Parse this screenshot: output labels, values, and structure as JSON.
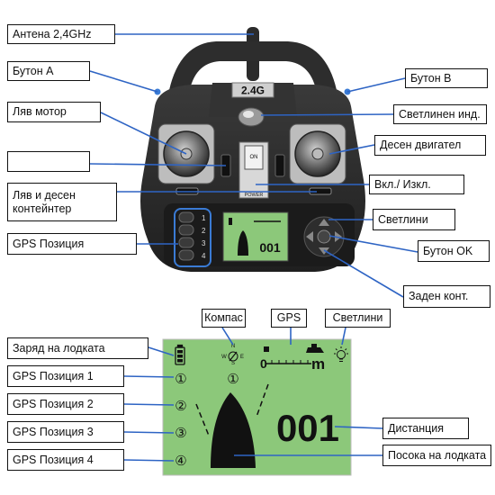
{
  "transmitter": {
    "brand_badge": "2.4G",
    "switch_on": "ON",
    "switch_power": "POWER",
    "channel_numbers": [
      "1",
      "2",
      "3",
      "4"
    ],
    "screen_distance": "001"
  },
  "callouts": {
    "antenna": "Антена 2,4GHz",
    "button_a": "Бутон A",
    "button_b": "Бутон B",
    "left_motor": "Ляв мотор",
    "indicator_light": "Светлинен инд.",
    "right_motor": "Десен двигател",
    "blank_label": "",
    "power_switch": "Вкл./ Изкл.",
    "containers": "Ляв и десен контейнтер",
    "lights_button": "Светлини",
    "gps_positions": "GPS Позиция",
    "ok_button": "Бутон OK",
    "reverse": "Заден конт."
  },
  "screen_legend": {
    "compass": "Компас",
    "gps": "GPS",
    "lights": "Светлини",
    "battery": "Заряд на лодката",
    "gps1": "GPS Позиция 1",
    "gps2": "GPS Позиция 2",
    "gps3": "GPS Позиция 3",
    "gps4": "GPS Позиция 4",
    "distance": "Дистанция",
    "heading": "Посока на лодката"
  },
  "lcd": {
    "compass_n": "N",
    "compass_s": "S",
    "compass_w": "W",
    "compass_e": "E",
    "scale_zero": "0",
    "scale_unit": "m",
    "distance": "001",
    "gps_markers": [
      "①",
      "②",
      "③",
      "④"
    ],
    "active_marker": "①"
  },
  "colors": {
    "callout_line": "#2e64c4",
    "lcd_green": "#8cc87a",
    "body": "#2a2a2a",
    "highlight": "#3a7bd5"
  }
}
